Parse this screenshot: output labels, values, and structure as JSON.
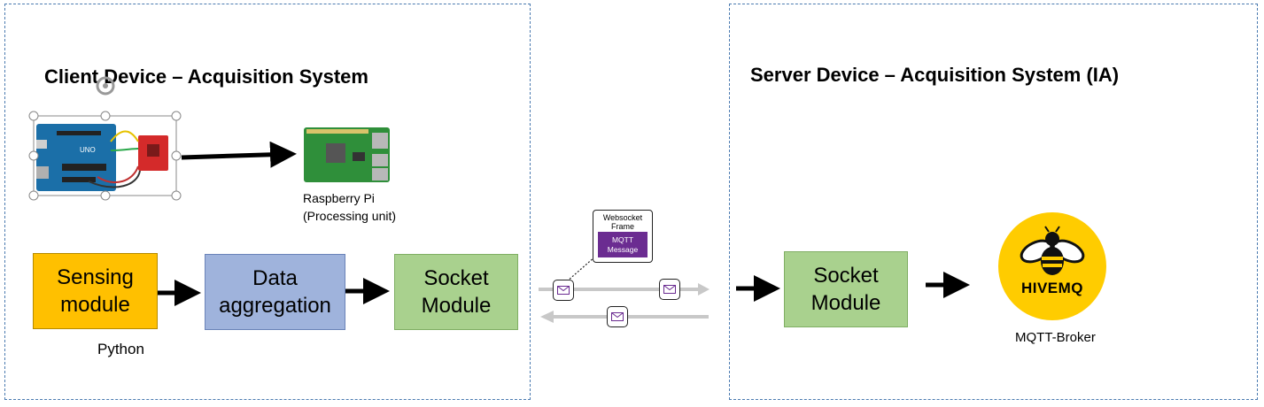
{
  "client": {
    "title": "Client Device – Acquisition System",
    "rpi_caption_line1": "Raspberry Pi",
    "rpi_caption_line2": "(Processing unit)",
    "modules": {
      "sensing_line1": "Sensing",
      "sensing_line2": "module",
      "data_line1": "Data",
      "data_line2": "aggregation",
      "socket_line1": "Socket",
      "socket_line2": "Module"
    },
    "python_label": "Python"
  },
  "transport": {
    "ws_frame_label_line1": "Websocket",
    "ws_frame_label_line2": "Frame",
    "ws_message_line1": "MQTT",
    "ws_message_line2": "Message",
    "envelope_icon": "envelope-icon"
  },
  "server": {
    "title": "Server Device – Acquisition System (IA)",
    "socket_line1": "Socket",
    "socket_line2": "Module",
    "broker_logo_text": "HIVEMQ",
    "broker_caption": "MQTT-Broker"
  },
  "colors": {
    "sensing": "#ffc000",
    "data_aggregation": "#9fb3dc",
    "socket": "#a9d18e",
    "mqtt_message": "#6b2c91",
    "hivemq": "#ffcc00",
    "panel_border": "#4a7ab0"
  }
}
